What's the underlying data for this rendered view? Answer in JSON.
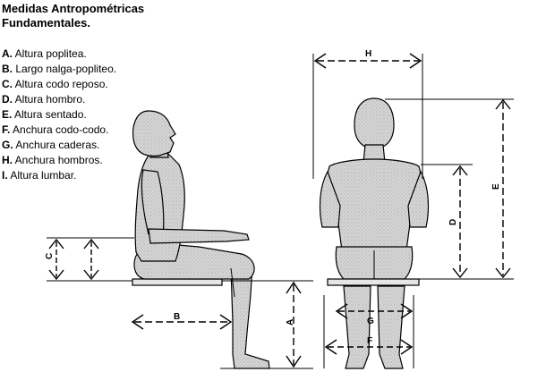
{
  "title_line1": "Medidas Antropométricas",
  "title_line2": "Fundamentales.",
  "legend": [
    {
      "letter": "A.",
      "text": " Altura poplitea."
    },
    {
      "letter": "B.",
      "text": " Largo nalga-popliteo."
    },
    {
      "letter": "C.",
      "text": " Altura codo reposo."
    },
    {
      "letter": "D.",
      "text": " Altura hombro."
    },
    {
      "letter": "E.",
      "text": " Altura sentado."
    },
    {
      "letter": "F.",
      "text": " Anchura codo-codo."
    },
    {
      "letter": "G.",
      "text": " Anchura caderas."
    },
    {
      "letter": "H.",
      "text": " Anchura hombros."
    },
    {
      "letter": "I.",
      "text": " Altura lumbar."
    }
  ],
  "dimension_labels": {
    "a": "A",
    "b": "B",
    "c": "C",
    "d": "D",
    "e": "E",
    "f": "F",
    "g": "G",
    "h": "H"
  },
  "colors": {
    "figure_fill": "#d2d2d2",
    "stroke": "#000000",
    "background": "#ffffff"
  }
}
